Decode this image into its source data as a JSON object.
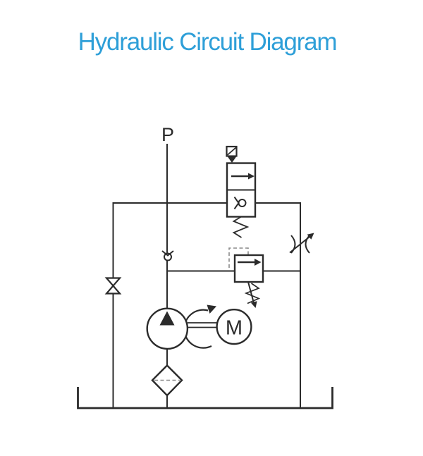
{
  "title": {
    "text": "Hydraulic Circuit Diagram",
    "color": "#2E9FD8"
  },
  "diagram": {
    "port_label": "P",
    "motor_label": "M",
    "line_color": "#2B2B2B",
    "pilot_line_color": "#8A8A8A",
    "background_color": "#FFFFFF",
    "components": [
      "pressure-port-P-line",
      "solenoid-directional-valve-with-spring-return",
      "check-valve",
      "manual-shutoff-valve",
      "pilot-operated-pressure-relief-valve",
      "adjustable-flow-control-valve",
      "fixed-displacement-pump",
      "electric-motor",
      "suction-filter",
      "reservoir-tank"
    ]
  }
}
